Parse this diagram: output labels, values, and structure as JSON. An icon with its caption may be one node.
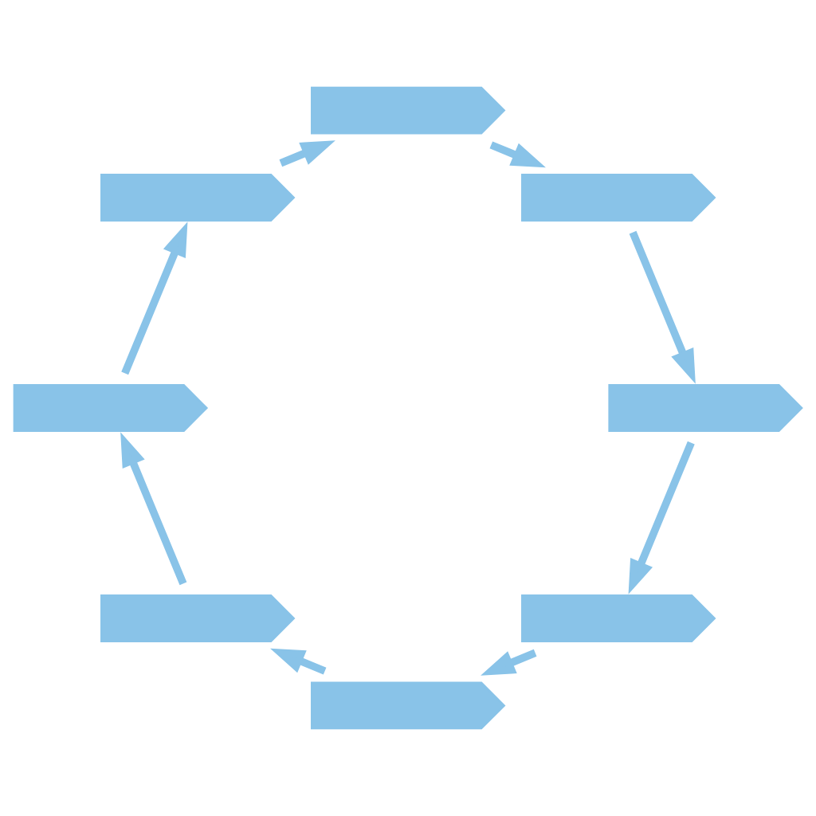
{
  "diagram": {
    "nodes": [
      {
        "text": [],
        "shape": "bar"
      },
      {
        "text": [],
        "shape": "bar"
      },
      {
        "text": [],
        "shape": "bar"
      },
      {
        "text": [],
        "shape": "bar"
      },
      {
        "text": [],
        "shape": "bar"
      },
      {
        "text": [],
        "shape": "bar"
      },
      {
        "text": [],
        "shape": "bar"
      },
      {
        "text": [],
        "shape": "bar"
      }
    ],
    "edges": [
      {
        "from": 0,
        "to": 1,
        "arrow": "to"
      },
      {
        "from": 1,
        "to": 2,
        "arrow": "to"
      },
      {
        "from": 2,
        "to": 3,
        "arrow": "to"
      },
      {
        "from": 3,
        "to": 4,
        "arrow": "to"
      },
      {
        "from": 4,
        "to": 5,
        "arrow": "to"
      },
      {
        "from": 5,
        "to": 6,
        "arrow": "to"
      },
      {
        "from": 6,
        "to": 7,
        "arrow": "to"
      },
      {
        "from": 7,
        "to": 0,
        "arrow": "to"
      }
    ]
  }
}
